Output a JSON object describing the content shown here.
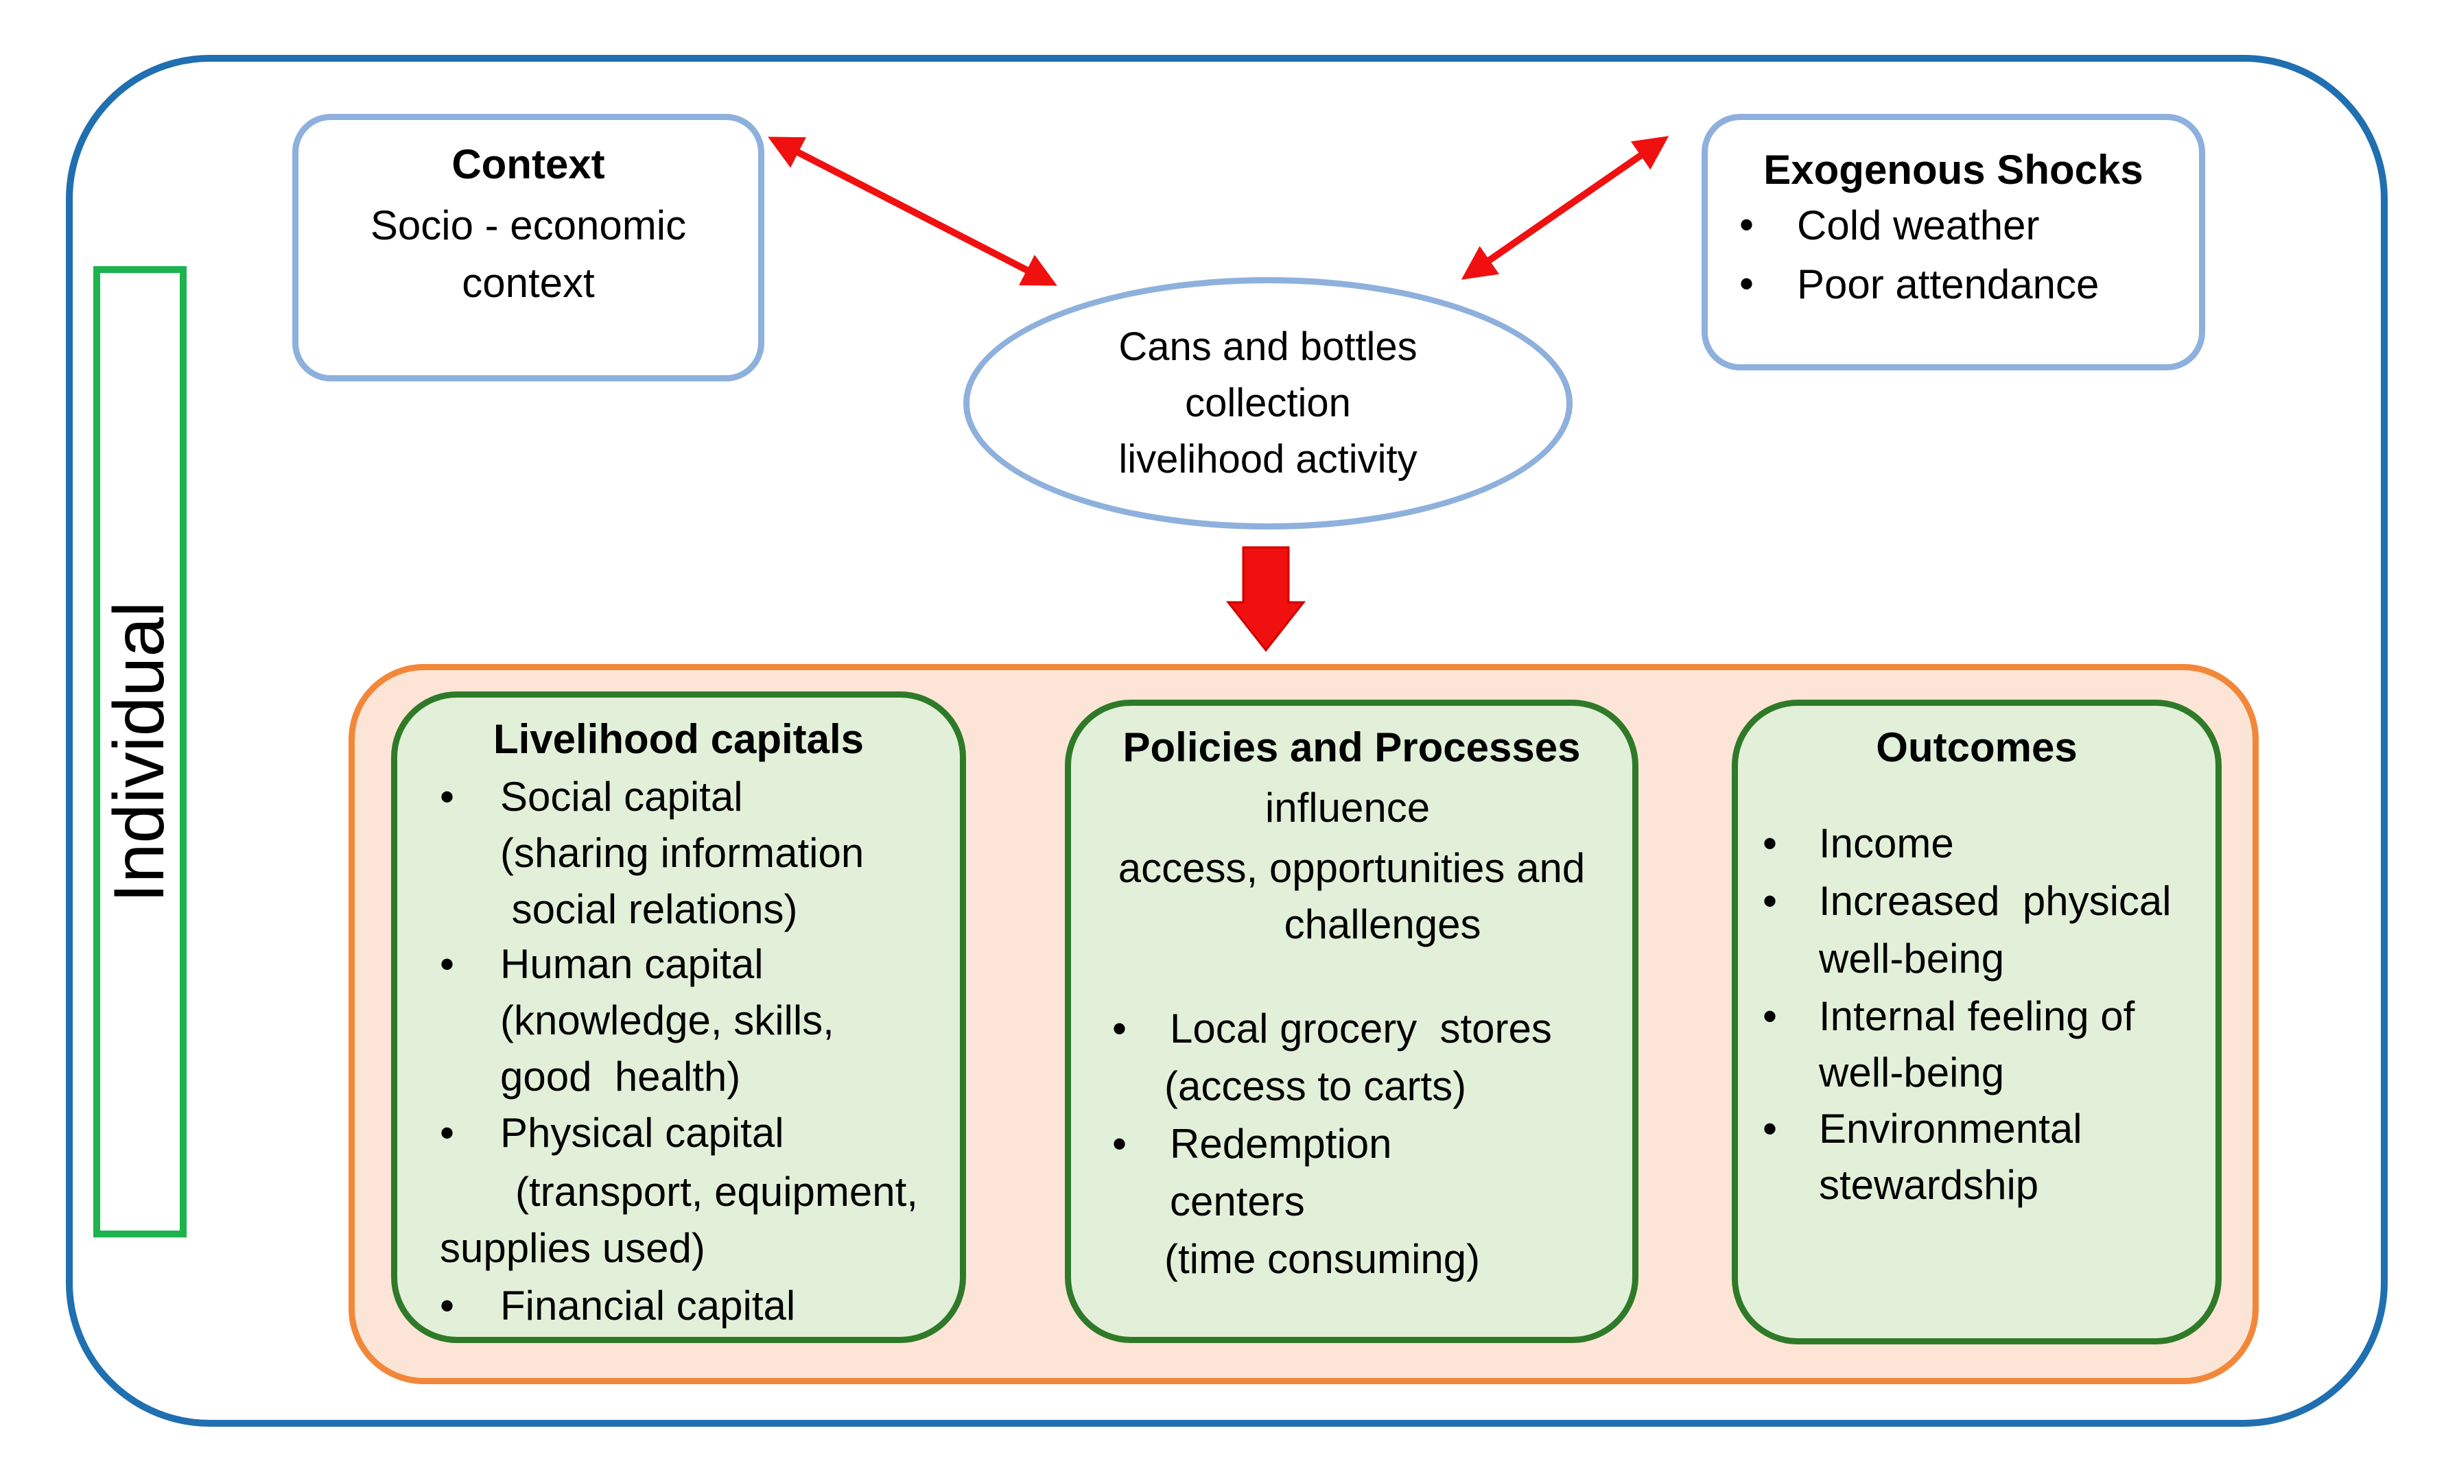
{
  "individual_label": "Individual",
  "context": {
    "title": "Context",
    "line1": "Socio - economic",
    "line2": "context"
  },
  "shocks": {
    "title": "Exogenous Shocks",
    "items": [
      "Cold weather",
      "Poor attendance"
    ]
  },
  "activity": {
    "line1": "Cans and bottles",
    "line2": "collection",
    "line3": "livelihood  activity"
  },
  "capitals": {
    "title": "Livelihood capitals",
    "items": [
      {
        "label": "Social capital",
        "detail1": "(sharing information",
        "detail2": " social relations)"
      },
      {
        "label": "Human capital",
        "detail1": "(knowledge, skills,",
        "detail2": "good  health)"
      },
      {
        "label": "Physical capital",
        "detail1": "(transport, equipment,",
        "detail2": "supplies used)"
      },
      {
        "label": "Financial capital"
      }
    ]
  },
  "policies": {
    "title": "Policies and Processes",
    "line1": "influence",
    "line2": "access, opportunities and",
    "line3": "challenges",
    "items": [
      {
        "label": "Local grocery  stores",
        "detail1": "(access to carts)"
      },
      {
        "label": "Redemption",
        "label2": "centers",
        "detail1": "(time consuming)"
      }
    ]
  },
  "outcomes": {
    "title": "Outcomes",
    "items": [
      {
        "line1": "Income"
      },
      {
        "line1": "Increased  physical",
        "line2": "well-being"
      },
      {
        "line1": "Internal feeling of",
        "line2": "well-being"
      },
      {
        "line1": "Environmental",
        "line2": "stewardship"
      }
    ]
  },
  "colors": {
    "frame": "#1f6fb1",
    "individual_box": "#1db34e",
    "blue_box": "#8eb0dd",
    "orange_border": "#f2873a",
    "orange_fill": "#fce5d6",
    "green_border": "#2f7a28",
    "green_fill": "#e2f0d9",
    "arrow_red": "#f01010",
    "arrow_outline": "#3b4fa0"
  }
}
